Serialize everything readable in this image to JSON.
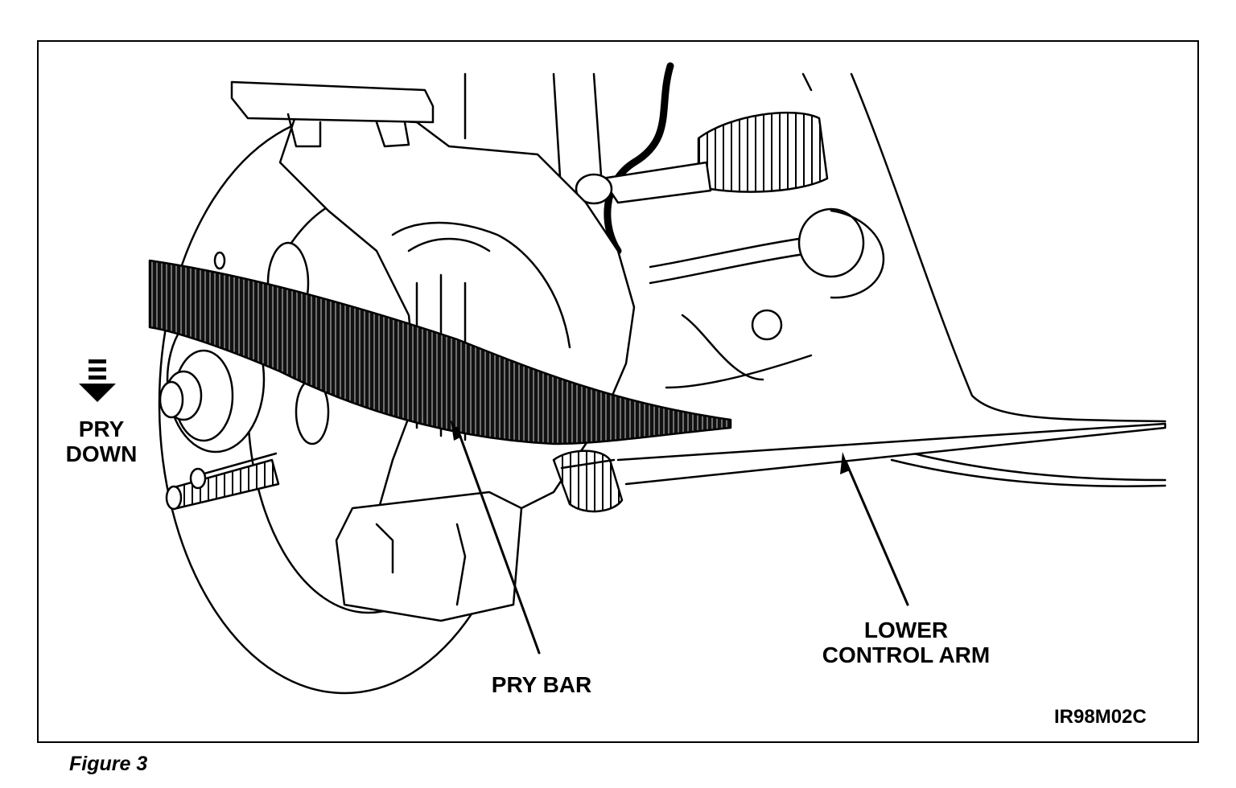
{
  "figure": {
    "caption": "Figure 3",
    "code": "IR98M02C",
    "labels": {
      "pry_line1": "PRY",
      "pry_line2": "DOWN",
      "pry_bar": "PRY BAR",
      "arm_line1": "LOWER",
      "arm_line2": "CONTROL ARM"
    }
  }
}
